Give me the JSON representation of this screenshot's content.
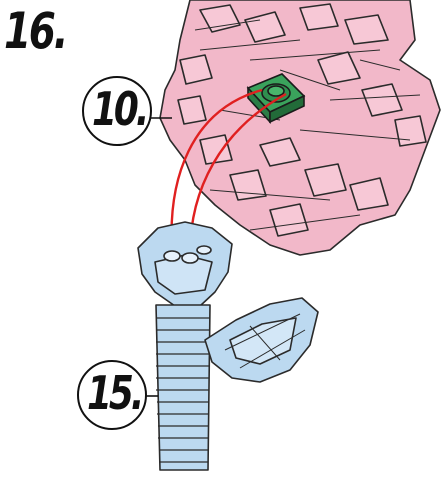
{
  "steps": {
    "main_step": "16.",
    "part_a_label": "10.",
    "part_b_label": "15."
  },
  "colors": {
    "petal": "#f2b8c9",
    "petal_stroke": "#2b2b2b",
    "stud_plate": "#2f8f4e",
    "stem": "#bcd9f0",
    "arrow": "#e02020"
  }
}
